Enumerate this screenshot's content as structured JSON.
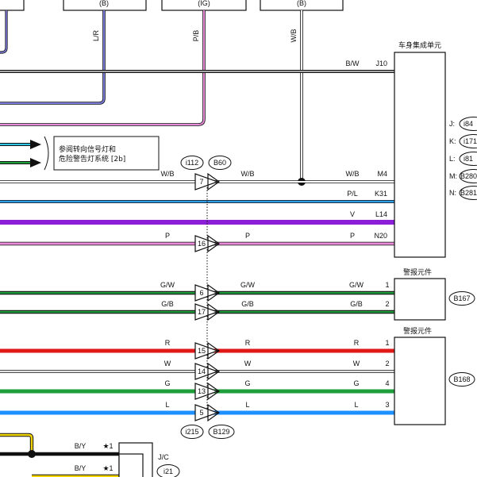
{
  "colors": {
    "black": "#111111",
    "blue": "#1e90ff",
    "lightblue": "#2ec4e6",
    "pink": "#e88ad8",
    "violet": "#8a1fd6",
    "purple": "#7a7ad8",
    "green": "#1f9e3c",
    "red": "#e01818",
    "yellow": "#f2d400"
  },
  "top": {
    "labels": [
      "(B)",
      "(IG)",
      "(B)"
    ],
    "wires": [
      "L/R",
      "P/B",
      "W/B"
    ]
  },
  "bcm": {
    "title": "车身集成单元",
    "rows": [
      {
        "wire": "B/W",
        "pin": "J10"
      },
      {
        "wire": "W/B",
        "pin": "M4"
      },
      {
        "wire": "P/L",
        "pin": "K31"
      },
      {
        "wire": "V",
        "pin": "L14"
      },
      {
        "wire": "P",
        "pin": "N20"
      }
    ],
    "connectors": [
      {
        "prefix": "J:",
        "id": "i84"
      },
      {
        "prefix": "K:",
        "id": "i171"
      },
      {
        "prefix": "L:",
        "id": "i81"
      },
      {
        "prefix": "M:",
        "id": "B280"
      },
      {
        "prefix": "N:",
        "id": "B281"
      }
    ]
  },
  "note": {
    "line1": "参阅转向信号灯和",
    "line2": "危险警告灯系统 [2b]"
  },
  "junction_connectors": {
    "upper": [
      "i112",
      "B60"
    ],
    "lower": [
      "i215",
      "B129"
    ]
  },
  "junction_wires": [
    {
      "left": "W/B",
      "pin": "7",
      "right": "W/B"
    },
    {
      "left": "P",
      "pin": "16",
      "right": "P"
    },
    {
      "left": "G/W",
      "pin": "6",
      "right": "G/W"
    },
    {
      "left": "G/B",
      "pin": "17",
      "right": "G/B"
    },
    {
      "left": "R",
      "pin": "15",
      "right": "R"
    },
    {
      "left": "W",
      "pin": "14",
      "right": "W"
    },
    {
      "left": "G",
      "pin": "13",
      "right": "G"
    },
    {
      "left": "L",
      "pin": "5",
      "right": "L"
    }
  ],
  "alarm1": {
    "title": "警报元件",
    "id": "B167",
    "rows": [
      {
        "wire": "G/W",
        "pin": "1"
      },
      {
        "wire": "G/B",
        "pin": "2"
      }
    ]
  },
  "alarm2": {
    "title": "警报元件",
    "id": "B168",
    "rows": [
      {
        "wire": "R",
        "pin": "1"
      },
      {
        "wire": "W",
        "pin": "2"
      },
      {
        "wire": "G",
        "pin": "4"
      },
      {
        "wire": "L",
        "pin": "3"
      }
    ]
  },
  "jc": {
    "label": "J/C",
    "id": "i21",
    "rows": [
      {
        "wire": "B/Y",
        "mark": "★1"
      },
      {
        "wire": "B/Y",
        "mark": "★1"
      }
    ]
  }
}
